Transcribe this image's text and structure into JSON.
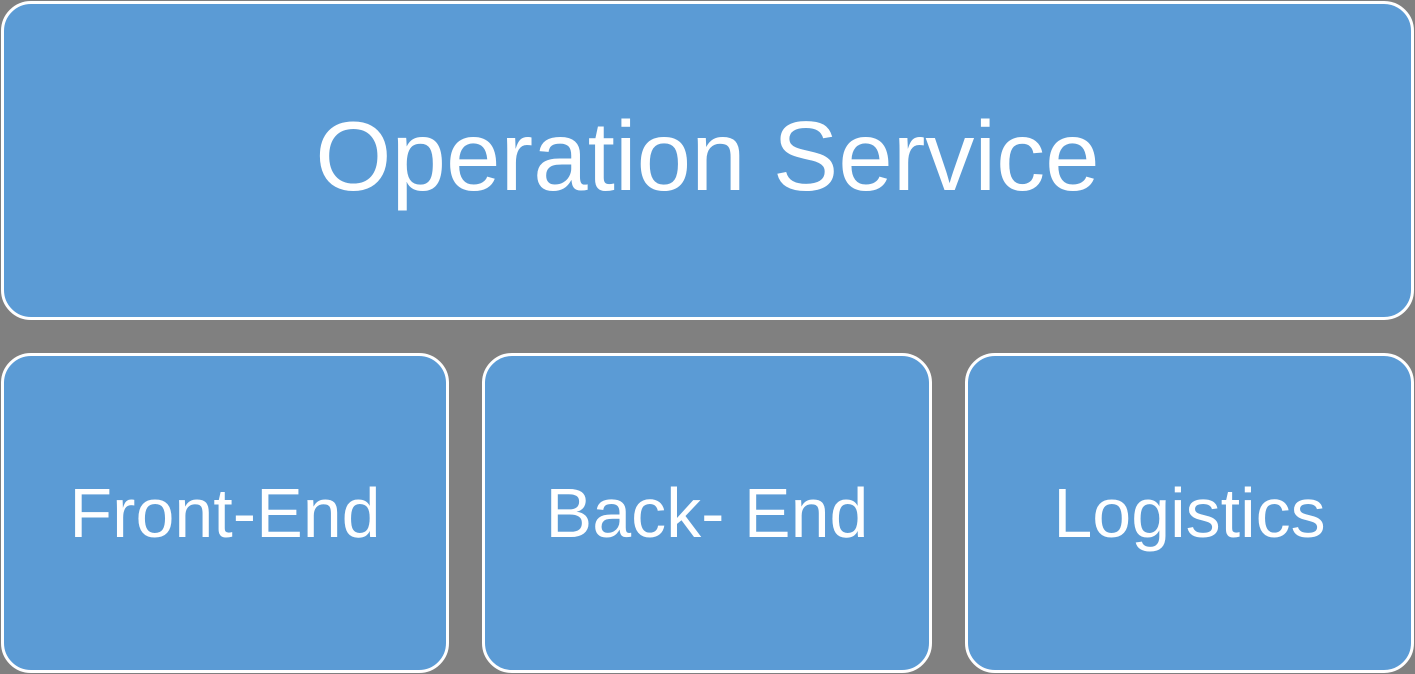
{
  "diagram": {
    "type": "hierarchy-blocks",
    "colors": {
      "background": "#808080",
      "box_fill": "#5B9BD5",
      "box_border": "#FFFFFF",
      "text": "#FFFFFF"
    },
    "top": {
      "label": "Operation Service"
    },
    "children": [
      {
        "label": "Front-End"
      },
      {
        "label": "Back- End"
      },
      {
        "label": "Logistics"
      }
    ]
  }
}
